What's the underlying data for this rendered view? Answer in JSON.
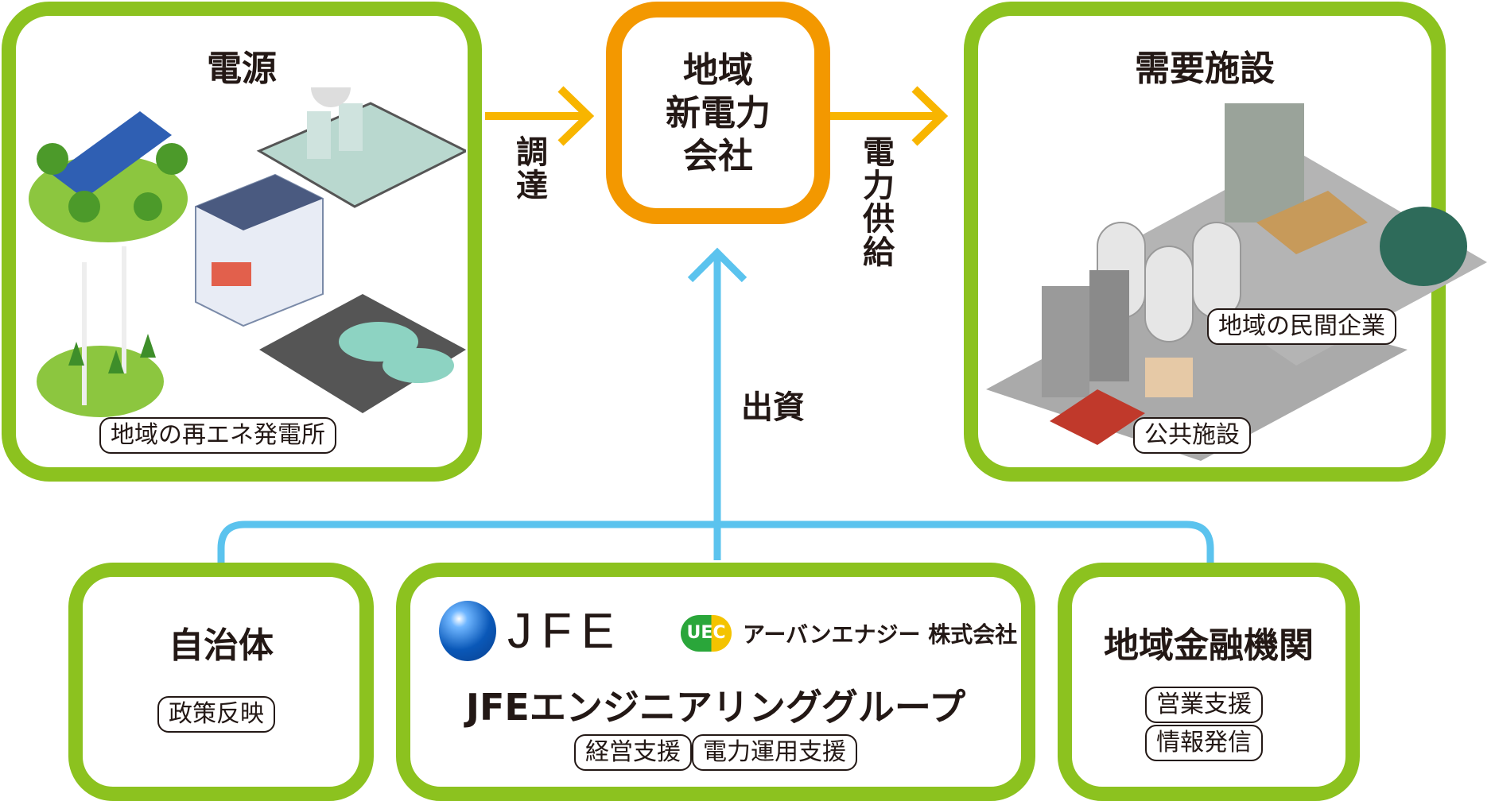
{
  "center": {
    "title_lines": [
      "地域",
      "新電力",
      "会社"
    ]
  },
  "source": {
    "title": "電源",
    "tag": "地域の再エネ発電所"
  },
  "demand": {
    "title": "需要施設",
    "tags": [
      "地域の民間企業",
      "公共施設"
    ]
  },
  "flows": {
    "procure": "調達",
    "supply": "電力供給",
    "invest": "出資"
  },
  "municipality": {
    "title": "自治体",
    "tags": [
      "政策反映"
    ]
  },
  "jfe": {
    "logo_jfe": "JFE",
    "logo_uec": "UEC",
    "uec_name": "アーバンエナジー 株式会社",
    "title": "JFEエンジニアリンググループ",
    "tags": [
      "経営支援",
      "電力運用支援"
    ]
  },
  "bank": {
    "title": "地域金融機関",
    "tags": [
      "営業支援",
      "情報発信"
    ]
  },
  "colors": {
    "green": "#8cc21f",
    "orange": "#f39800",
    "yellow": "#f8b500",
    "blue": "#5bc3ee"
  }
}
